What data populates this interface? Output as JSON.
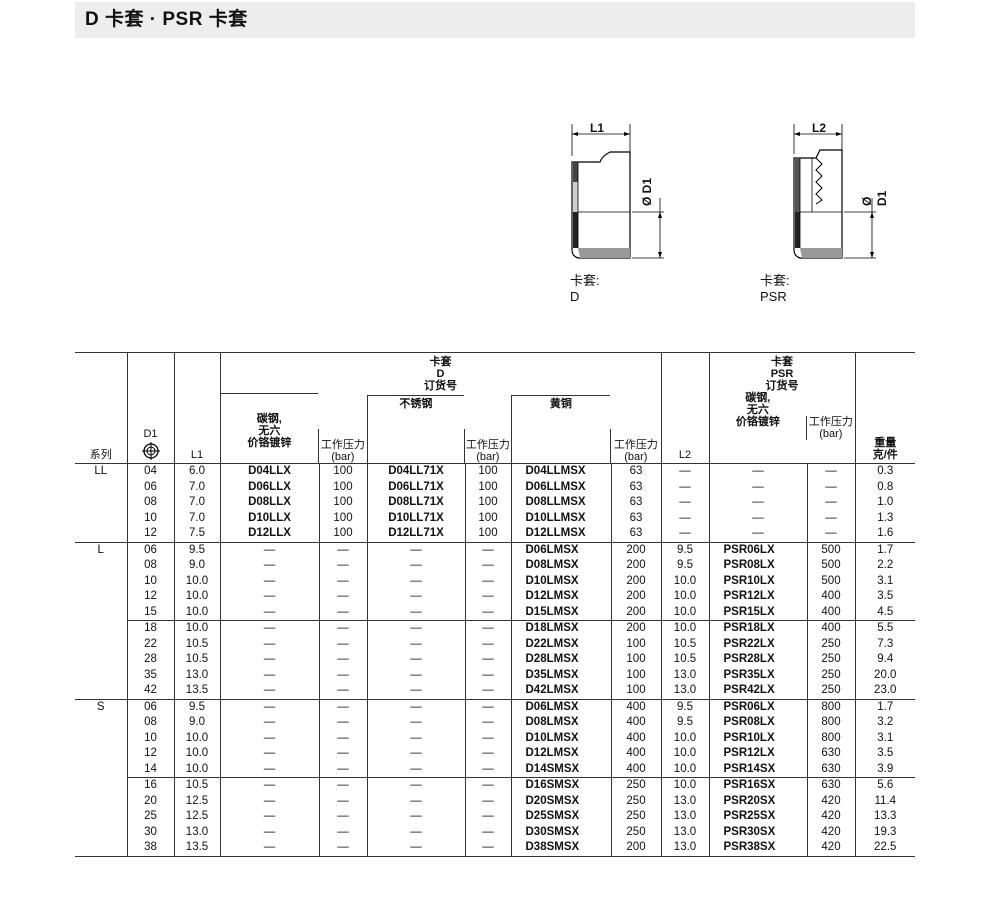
{
  "page": {
    "title": "D 卡套 · PSR 卡套"
  },
  "diagrams": {
    "d": {
      "dim_label": "L1",
      "dia_label": "Ø D1",
      "caption_line1": "卡套:",
      "caption_line2": "D"
    },
    "psr": {
      "dim_label": "L2",
      "dia_label": "Ø D1",
      "caption_line1": "卡套:",
      "caption_line2": "PSR"
    }
  },
  "table": {
    "header": {
      "series": "系列",
      "d1": "D1",
      "l1": "L1",
      "d_group_1": "卡套",
      "d_group_2": "D",
      "d_group_3": "订货号",
      "carbon_1": "碳钢,",
      "carbon_2": "无六",
      "carbon_3": "价铬镀锌",
      "pressure_1": "工作压力",
      "pressure_2": "(bar)",
      "stainless": "不锈钢",
      "brass": "黄铜",
      "l2": "L2",
      "psr_group_1": "卡套",
      "psr_group_2": "PSR",
      "psr_group_3": "订货号",
      "weight_1": "重量",
      "weight_2": "克/件"
    },
    "rows": [
      {
        "series": "LL",
        "d1": "04",
        "l1": "6.0",
        "carbon": "D04LLX",
        "cp": "100",
        "stainless": "D04LL71X",
        "sp": "100",
        "brass": "D04LLMSX",
        "bp": "63",
        "l2": "—",
        "psr": "—",
        "pp": "—",
        "w": "0.3"
      },
      {
        "series": "",
        "d1": "06",
        "l1": "7.0",
        "carbon": "D06LLX",
        "cp": "100",
        "stainless": "D06LL71X",
        "sp": "100",
        "brass": "D06LLMSX",
        "bp": "63",
        "l2": "—",
        "psr": "—",
        "pp": "—",
        "w": "0.8"
      },
      {
        "series": "",
        "d1": "08",
        "l1": "7.0",
        "carbon": "D08LLX",
        "cp": "100",
        "stainless": "D08LL71X",
        "sp": "100",
        "brass": "D08LLMSX",
        "bp": "63",
        "l2": "—",
        "psr": "—",
        "pp": "—",
        "w": "1.0"
      },
      {
        "series": "",
        "d1": "10",
        "l1": "7.0",
        "carbon": "D10LLX",
        "cp": "100",
        "stainless": "D10LL71X",
        "sp": "100",
        "brass": "D10LLMSX",
        "bp": "63",
        "l2": "—",
        "psr": "—",
        "pp": "—",
        "w": "1.3"
      },
      {
        "series": "",
        "d1": "12",
        "l1": "7.5",
        "carbon": "D12LLX",
        "cp": "100",
        "stainless": "D12LL71X",
        "sp": "100",
        "brass": "D12LLMSX",
        "bp": "63",
        "l2": "—",
        "psr": "—",
        "pp": "—",
        "w": "1.6"
      },
      {
        "series": "L",
        "d1": "06",
        "l1": "9.5",
        "carbon": "—",
        "cp": "—",
        "stainless": "—",
        "sp": "—",
        "brass": "D06LMSX",
        "bp": "200",
        "l2": "9.5",
        "psr": "PSR06LX",
        "pp": "500",
        "w": "1.7"
      },
      {
        "series": "",
        "d1": "08",
        "l1": "9.0",
        "carbon": "—",
        "cp": "—",
        "stainless": "—",
        "sp": "—",
        "brass": "D08LMSX",
        "bp": "200",
        "l2": "9.5",
        "psr": "PSR08LX",
        "pp": "500",
        "w": "2.2"
      },
      {
        "series": "",
        "d1": "10",
        "l1": "10.0",
        "carbon": "—",
        "cp": "—",
        "stainless": "—",
        "sp": "—",
        "brass": "D10LMSX",
        "bp": "200",
        "l2": "10.0",
        "psr": "PSR10LX",
        "pp": "500",
        "w": "3.1"
      },
      {
        "series": "",
        "d1": "12",
        "l1": "10.0",
        "carbon": "—",
        "cp": "—",
        "stainless": "—",
        "sp": "—",
        "brass": "D12LMSX",
        "bp": "200",
        "l2": "10.0",
        "psr": "PSR12LX",
        "pp": "400",
        "w": "3.5"
      },
      {
        "series": "",
        "d1": "15",
        "l1": "10.0",
        "carbon": "—",
        "cp": "—",
        "stainless": "—",
        "sp": "—",
        "brass": "D15LMSX",
        "bp": "200",
        "l2": "10.0",
        "psr": "PSR15LX",
        "pp": "400",
        "w": "4.5"
      },
      {
        "series": "",
        "d1": "18",
        "l1": "10.0",
        "carbon": "—",
        "cp": "—",
        "stainless": "—",
        "sp": "—",
        "brass": "D18LMSX",
        "bp": "200",
        "l2": "10.0",
        "psr": "PSR18LX",
        "pp": "400",
        "w": "5.5"
      },
      {
        "series": "",
        "d1": "22",
        "l1": "10.5",
        "carbon": "—",
        "cp": "—",
        "stainless": "—",
        "sp": "—",
        "brass": "D22LMSX",
        "bp": "100",
        "l2": "10.5",
        "psr": "PSR22LX",
        "pp": "250",
        "w": "7.3"
      },
      {
        "series": "",
        "d1": "28",
        "l1": "10.5",
        "carbon": "—",
        "cp": "—",
        "stainless": "—",
        "sp": "—",
        "brass": "D28LMSX",
        "bp": "100",
        "l2": "10.5",
        "psr": "PSR28LX",
        "pp": "250",
        "w": "9.4"
      },
      {
        "series": "",
        "d1": "35",
        "l1": "13.0",
        "carbon": "—",
        "cp": "—",
        "stainless": "—",
        "sp": "—",
        "brass": "D35LMSX",
        "bp": "100",
        "l2": "13.0",
        "psr": "PSR35LX",
        "pp": "250",
        "w": "20.0"
      },
      {
        "series": "",
        "d1": "42",
        "l1": "13.5",
        "carbon": "—",
        "cp": "—",
        "stainless": "—",
        "sp": "—",
        "brass": "D42LMSX",
        "bp": "100",
        "l2": "13.0",
        "psr": "PSR42LX",
        "pp": "250",
        "w": "23.0"
      },
      {
        "series": "S",
        "d1": "06",
        "l1": "9.5",
        "carbon": "—",
        "cp": "—",
        "stainless": "—",
        "sp": "—",
        "brass": "D06LMSX",
        "bp": "400",
        "l2": "9.5",
        "psr": "PSR06LX",
        "pp": "800",
        "w": "1.7"
      },
      {
        "series": "",
        "d1": "08",
        "l1": "9.0",
        "carbon": "—",
        "cp": "—",
        "stainless": "—",
        "sp": "—",
        "brass": "D08LMSX",
        "bp": "400",
        "l2": "9.5",
        "psr": "PSR08LX",
        "pp": "800",
        "w": "3.2"
      },
      {
        "series": "",
        "d1": "10",
        "l1": "10.0",
        "carbon": "—",
        "cp": "—",
        "stainless": "—",
        "sp": "—",
        "brass": "D10LMSX",
        "bp": "400",
        "l2": "10.0",
        "psr": "PSR10LX",
        "pp": "800",
        "w": "3.1"
      },
      {
        "series": "",
        "d1": "12",
        "l1": "10.0",
        "carbon": "—",
        "cp": "—",
        "stainless": "—",
        "sp": "—",
        "brass": "D12LMSX",
        "bp": "400",
        "l2": "10.0",
        "psr": "PSR12LX",
        "pp": "630",
        "w": "3.5"
      },
      {
        "series": "",
        "d1": "14",
        "l1": "10.0",
        "carbon": "—",
        "cp": "—",
        "stainless": "—",
        "sp": "—",
        "brass": "D14SMSX",
        "bp": "400",
        "l2": "10.0",
        "psr": "PSR14SX",
        "pp": "630",
        "w": "3.9"
      },
      {
        "series": "",
        "d1": "16",
        "l1": "10.5",
        "carbon": "—",
        "cp": "—",
        "stainless": "—",
        "sp": "—",
        "brass": "D16SMSX",
        "bp": "250",
        "l2": "10.0",
        "psr": "PSR16SX",
        "pp": "630",
        "w": "5.6"
      },
      {
        "series": "",
        "d1": "20",
        "l1": "12.5",
        "carbon": "—",
        "cp": "—",
        "stainless": "—",
        "sp": "—",
        "brass": "D20SMSX",
        "bp": "250",
        "l2": "13.0",
        "psr": "PSR20SX",
        "pp": "420",
        "w": "11.4"
      },
      {
        "series": "",
        "d1": "25",
        "l1": "12.5",
        "carbon": "—",
        "cp": "—",
        "stainless": "—",
        "sp": "—",
        "brass": "D25SMSX",
        "bp": "250",
        "l2": "13.0",
        "psr": "PSR25SX",
        "pp": "420",
        "w": "13.3"
      },
      {
        "series": "",
        "d1": "30",
        "l1": "13.0",
        "carbon": "—",
        "cp": "—",
        "stainless": "—",
        "sp": "—",
        "brass": "D30SMSX",
        "bp": "250",
        "l2": "13.0",
        "psr": "PSR30SX",
        "pp": "420",
        "w": "19.3"
      },
      {
        "series": "",
        "d1": "38",
        "l1": "13.5",
        "carbon": "—",
        "cp": "—",
        "stainless": "—",
        "sp": "—",
        "brass": "D38SMSX",
        "bp": "200",
        "l2": "13.0",
        "psr": "PSR38SX",
        "pp": "420",
        "w": "22.5"
      }
    ]
  }
}
